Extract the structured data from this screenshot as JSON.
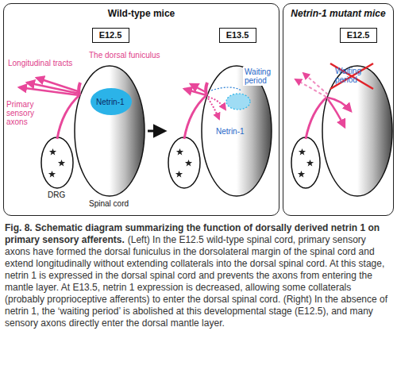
{
  "diagram": {
    "title": "Fig. 8. Schematic diagram summarizing the function of dorsally derived netrin 1 on primary sensory afferents.",
    "caption": "(Left) In the E12.5 wild-type spinal cord, primary sensory axons have formed the dorsal funiculus in the dorsolateral margin of the spinal cord and extend longitudinally without extending collaterals into the dorsal spinal cord. At this stage, netrin 1 is expressed in the dorsal spinal cord and prevents the axons from entering the mantle layer. At E13.5, netrin 1 expression is decreased, allowing some collaterals (probably proprioceptive afferents) to enter the dorsal spinal cord. (Right) In the absence of netrin 1, the ‘waiting period’ is abolished at this developmental stage (E12.5), and many sensory axons directly enter the dorsal mantle layer.",
    "nodes": [
      {
        "text": [
          "Wild-type mice"
        ]
      },
      {
        "text": [
          "Netrin-1 mutant mice"
        ]
      },
      {
        "text": [
          "E12.5"
        ],
        "in": 0
      },
      {
        "text": [
          "E13.5"
        ],
        "in": 0
      },
      {
        "text": [
          "E12.5"
        ],
        "in": 1
      }
    ],
    "labels": [
      "Longitudinal tracts",
      "The dorsal funiculus",
      "Primary sensory axons",
      "Netrin-1",
      "DRG",
      "Spinal cord",
      "Waiting period",
      "Netrin-1",
      "Waiting period"
    ]
  }
}
